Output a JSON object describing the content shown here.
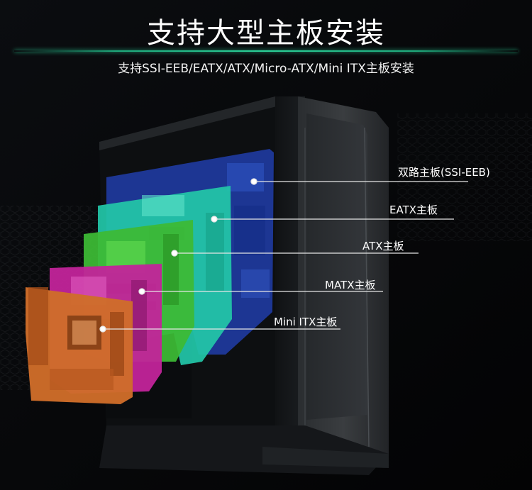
{
  "title": "支持大型主板安装",
  "subtitle": "支持SSI-EEB/EATX/ATX/Micro-ATX/Mini ITX主板安装",
  "boards": [
    {
      "label": "双路主板(SSI-EEB)",
      "color": "#1e3a9e"
    },
    {
      "label": "EATX主板",
      "color": "#22c6a8"
    },
    {
      "label": "ATX主板",
      "color": "#3dba35"
    },
    {
      "label": "MATX主板",
      "color": "#c2249a"
    },
    {
      "label": "Mini ITX主板",
      "color": "#cf6d2a"
    }
  ],
  "accent_color": "#2bd39a"
}
